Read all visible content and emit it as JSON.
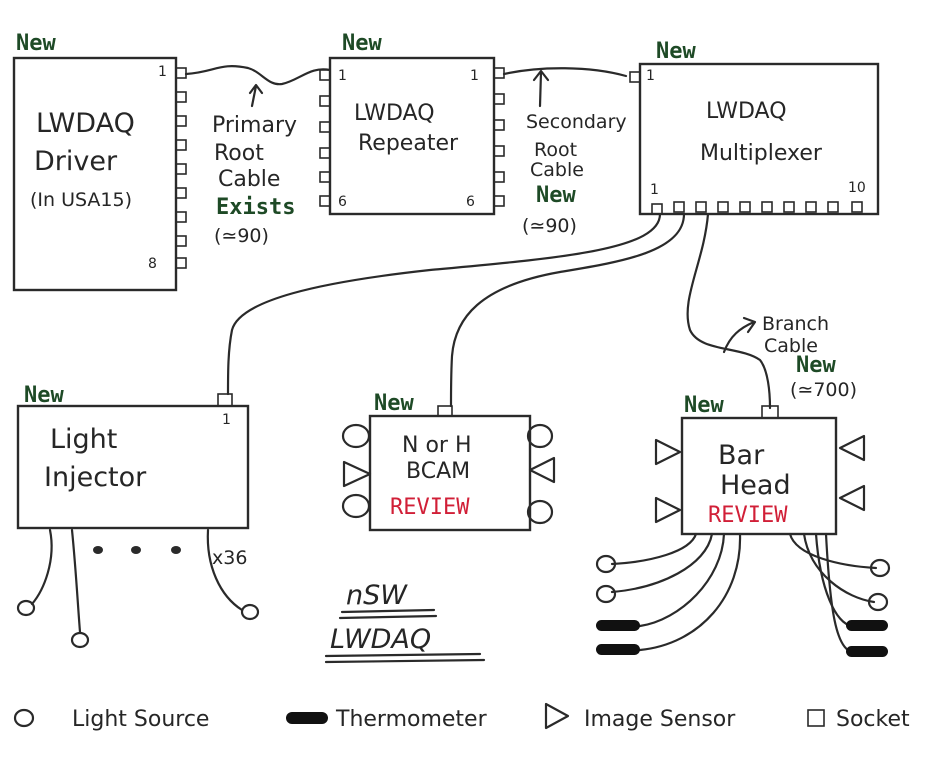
{
  "badge": "New",
  "driver": {
    "title_line1": "LWDAQ",
    "title_line2": "Driver",
    "subtitle": "(In USA15)",
    "pin_first": "1",
    "pin_last": "8"
  },
  "primary_cable": {
    "line1": "Primary",
    "line2": "Root",
    "line3": "Cable",
    "status": "Exists",
    "count": "(≃90)"
  },
  "repeater": {
    "title_line1": "LWDAQ",
    "title_line2": "Repeater",
    "pin_in": "1",
    "pin_out_first": "1",
    "pin_left_bottom": "6",
    "pin_right_bottom": "6"
  },
  "secondary_cable": {
    "line1": "Secondary",
    "line2": "Root",
    "line3": "Cable",
    "status": "New",
    "count": "(≃90)"
  },
  "multiplexer": {
    "title_line1": "LWDAQ",
    "title_line2": "Multiplexer",
    "pin_in": "1",
    "pin_first": "1",
    "pin_last": "10"
  },
  "branch_cable": {
    "line1": "Branch",
    "line2": "Cable",
    "status": "New",
    "count": "(≃700)"
  },
  "light_injector": {
    "title_line1": "Light",
    "title_line2": "Injector",
    "pin": "1",
    "multiplier": "x36"
  },
  "bcam": {
    "title_line1": "N or H",
    "title_line2": "BCAM",
    "review": "REVIEW"
  },
  "bar_head": {
    "title_line1": "Bar",
    "title_line2": "Head",
    "review": "REVIEW"
  },
  "logo": {
    "line1": "nSW",
    "line2": "LWDAQ"
  },
  "legend": [
    "Light Source",
    "Thermometer",
    "Image Sensor",
    "Socket"
  ],
  "colors": {
    "ink": "#2a2a2a",
    "new_green": "#1e4a26",
    "review_red": "#d11f37"
  }
}
